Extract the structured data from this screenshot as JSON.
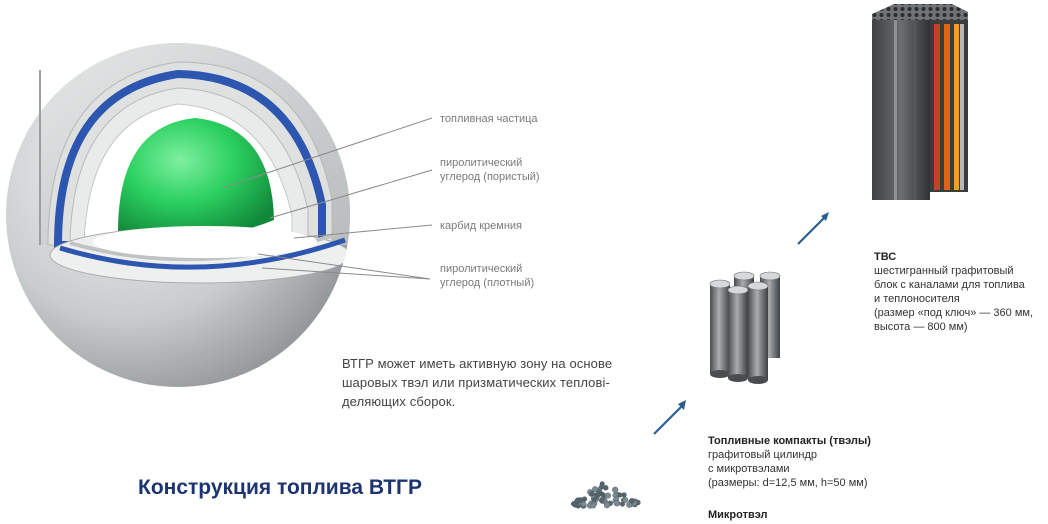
{
  "title": "Конструкция топлива ВТГР",
  "caption": {
    "line1": "ВТГР может иметь активную зону на основе",
    "line2": "шаровых твэл или призматических теплові-",
    "line3": "деляющих сборок."
  },
  "sphere_labels": {
    "fuel_particle": "топливная частица",
    "pyrolytic_porous_1": "пиролитический",
    "pyrolytic_porous_2": "углерод (пористый)",
    "silicon_carbide": "карбид кремния",
    "pyrolytic_dense_1": "пиролитический",
    "pyrolytic_dense_2": "углерод (плотный)"
  },
  "tvs": {
    "heading": "ТВС",
    "line1": "шестигранный графитовый",
    "line2": "блок с каналами для топлива",
    "line3": "и теплоносителя",
    "line4": "(размер «под ключ» — 360 мм,",
    "line5": "высота — 800 мм)"
  },
  "compacts": {
    "heading": "Топливные компакты (твэлы)",
    "line1": "графитовый цилиндр",
    "line2": "с микротвэлами",
    "line3": "(размеры: d=12,5 мм, h=50 мм)"
  },
  "microfuel": {
    "heading": "Микротвэл"
  },
  "colors": {
    "title": "#1e3470",
    "arrow": "#2a5e8f",
    "kernel": "#2bd060",
    "sic_layer": "#2c56b0",
    "shell": "#c7cacb"
  }
}
